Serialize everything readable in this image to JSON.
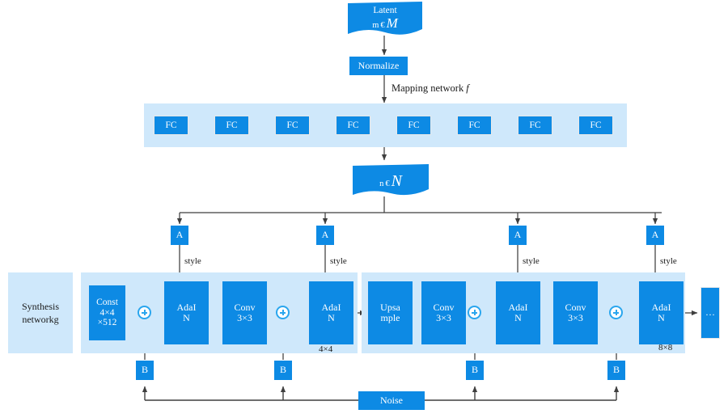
{
  "diagram": {
    "title": "StyleGAN generator architecture",
    "colors": {
      "block": "#0d8ae4",
      "panel": "#cfe8fb",
      "wire": "#3f3f3f",
      "plus": "#2aa6ee",
      "text_on_block": "#ffffff",
      "text": "#1a1a1a"
    }
  },
  "mapping": {
    "latent": {
      "title": "Latent",
      "symbol_prefix": "m",
      "member": "€",
      "space": "M"
    },
    "normalize_label": "Normalize",
    "network_label": "Mapping network",
    "network_symbol": "f",
    "fc_layers": [
      {
        "label": "FC"
      },
      {
        "label": "FC"
      },
      {
        "label": "FC"
      },
      {
        "label": "FC"
      },
      {
        "label": "FC"
      },
      {
        "label": "FC"
      },
      {
        "label": "FC"
      },
      {
        "label": "FC"
      }
    ],
    "output_latent": {
      "symbol_prefix": "n",
      "member": "€",
      "space": "N"
    }
  },
  "style_taps": [
    {
      "label": "A",
      "wire_label": "style"
    },
    {
      "label": "A",
      "wire_label": "style"
    },
    {
      "label": "A",
      "wire_label": "style"
    },
    {
      "label": "A",
      "wire_label": "style"
    }
  ],
  "noise_taps": [
    {
      "label": "B"
    },
    {
      "label": "B"
    },
    {
      "label": "B"
    },
    {
      "label": "B"
    }
  ],
  "noise": {
    "label": "Noise"
  },
  "synthesis": {
    "side_label_line1": "Synthesis",
    "side_label_line2": "networkg",
    "blocks": [
      {
        "resolution": "4×4",
        "nodes": [
          {
            "name": "const",
            "line1": "Const",
            "line2": "4×4",
            "line3": "×512"
          },
          {
            "name": "adain",
            "line1": "AdaI",
            "line2": "N"
          },
          {
            "name": "conv",
            "line1": "Conv",
            "line2": "3×3"
          },
          {
            "name": "adain",
            "line1": "AdaI",
            "line2": "N"
          }
        ]
      },
      {
        "resolution": "8×8",
        "nodes": [
          {
            "name": "upsample",
            "line1": "Upsa",
            "line2": "mple"
          },
          {
            "name": "conv",
            "line1": "Conv",
            "line2": "3×3"
          },
          {
            "name": "adain",
            "line1": "AdaI",
            "line2": "N"
          },
          {
            "name": "conv",
            "line1": "Conv",
            "line2": "3×3"
          },
          {
            "name": "adain",
            "line1": "AdaI",
            "line2": "N"
          }
        ]
      }
    ],
    "continuation": {
      "label": "…"
    }
  }
}
